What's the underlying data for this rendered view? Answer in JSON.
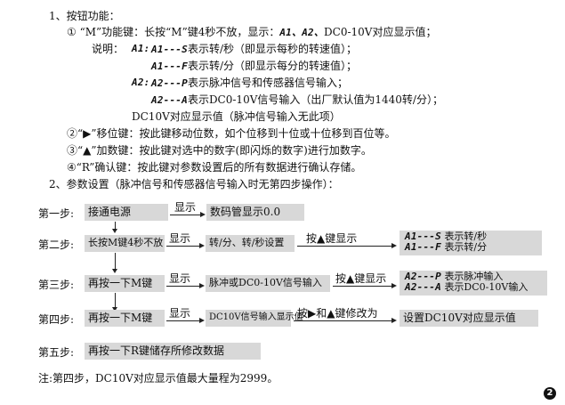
{
  "section1": {
    "heading": "1、按钮功能：",
    "m_key": {
      "num": "①",
      "text": "“M”功能键：长按“M”键4秒不放，显示：",
      "codes": "A1、A2、",
      "rest": "DC0-10V对应显示值；"
    },
    "explain_label": "说明：",
    "a1_label": "A1:",
    "a1_line1_code": "A1---S",
    "a1_line1_text": "表示转/秒（即显示每秒的转速值）；",
    "a1_line2_code": "A1---F",
    "a1_line2_text": "表示转/分（即显示每分的转速值）；",
    "a2_label": "A2:",
    "a2_line1_code": "A2---P",
    "a2_line1_text": "表示脉冲信号和传感器信号输入；",
    "a2_line2_code": "A2---A",
    "a2_line2_text": "表示DC0-10V信号输入（出厂默认值为1440转/分）；",
    "dc_line": "DC10V对应显示值（脉冲信号输入无此项）",
    "shift_key": "②“▶”移位键：按此键移动位数，如个位移到十位或十位移到百位等。",
    "add_key": "③“▲”加数键：按此键对选中的数字(即闪烁的数字)进行加数字。",
    "r_key": "④“R”确认键：按此键对参数设置后的所有数据进行确认存储。"
  },
  "section2": {
    "heading": "2、参数设置（脉冲信号和传感器信号输入时无第四步操作）："
  },
  "flow": {
    "step1": {
      "label": "第一步:",
      "box": "接通电源",
      "arrow": "显示",
      "result": "数码管显示0.0"
    },
    "step2": {
      "label": "第二步:",
      "box": "长按M键4秒不放",
      "arrow": "显示",
      "mid": "转/分、转/秒设置",
      "arrow2": "按▲键显示",
      "res_code1": "A1---S",
      "res_text1": "表示转/秒",
      "res_code2": "A1---F",
      "res_text2": "表示转/分"
    },
    "step3": {
      "label": "第三步:",
      "box": "再按一下M键",
      "arrow": "显示",
      "mid": "脉冲或DC0-10V信号输入",
      "arrow2": "按▲键显示",
      "res_code1": "A2---P",
      "res_text1": "表示脉冲输入",
      "res_code2": "A2---A",
      "res_text2": "表示DC0-10V输入"
    },
    "step4": {
      "label": "第四步:",
      "box": "再按一下M键",
      "arrow": "显示",
      "mid": "DC10V信号输入显示值",
      "arrow2": "按▶和▲键修改为",
      "result": "设置DC10V对应显示值"
    },
    "step5": {
      "label": "第五步:",
      "box": "再按一下R键储存所修改数据"
    }
  },
  "note": "注:第四步，DC10V对应显示值最大量程为2999。",
  "page_number": "2"
}
